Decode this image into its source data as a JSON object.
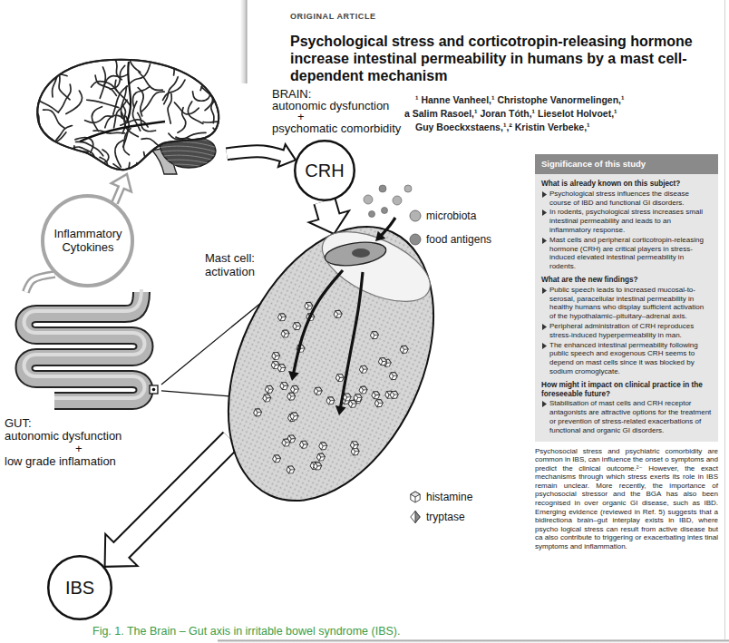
{
  "diagram": {
    "title": "Psychological stress and corticotropin-releasing hormone increase intestinal permeability in humans by a mast cell-dependent mechanism",
    "caption": "Fig. 1. The Brain – Gut axis in irritable bowel syndrome (IBS).",
    "nodes": [
      {
        "text": [
          "BRAIN:",
          "autonomic dysfunction",
          "+",
          "psychomatic comorbidity"
        ]
      },
      {
        "text": [
          "CRH"
        ]
      },
      {
        "text": [
          "Inflammatory Cytokines"
        ]
      },
      {
        "text": [
          "Mast cell: activation"
        ]
      },
      {
        "text": [
          "GUT:",
          "autonomic dysfunction",
          "+",
          "low grade inflamation"
        ]
      },
      {
        "text": [
          "IBS"
        ]
      },
      {
        "text": [
          "Significance of this study",
          "What is already known on this subject?",
          "Psychological stress influences the disease course of IBD and functional GI disorders.",
          "In rodents, psychological stress increases small intestinal permeability and leads to an inflammatory response.",
          "Mast cells and peripheral corticotropin-releasing hormone (CRH) are critical players in stress-induced elevated intestinal permeability in rodents.",
          "What are the new findings?",
          "Public speech leads to increased mucosal-to-serosal, paracellular intestinal permeability in healthy humans who display sufficient activation of the hypothalamic–pituitary–adrenal axis.",
          "Peripheral administration of CRH reproduces stress-induced hyperpermeability in man.",
          "The enhanced intestinal permeability following public speech and exogenous CRH seems to depend on mast cells since it was blocked by sodium cromoglycate.",
          "How might it impact on clinical practice in the foreseeable future?",
          "Stabilisation of mast cells and CRH receptor antagonists are attractive options for the treatment or prevention of stress-related exacerbations of functional and organic GI disorders."
        ]
      }
    ],
    "edges": [
      {
        "from": 0,
        "to": 1,
        "arrow": "to"
      },
      {
        "from": 1,
        "to": 3,
        "arrow": "to"
      },
      {
        "from": 3,
        "to": 5,
        "arrow": "to"
      },
      {
        "from": 4,
        "to": 3,
        "arrow": "none"
      },
      {
        "from": 4,
        "to": 3,
        "arrow": "none"
      },
      {
        "from": 4,
        "to": 2,
        "arrow": "none"
      },
      {
        "from": 2,
        "to": 0,
        "arrow": "to"
      }
    ],
    "labels": [
      "ORIGINAL ARTICLE",
      "¹ Hanne Vanheel,¹ Christophe Vanormelingen,¹",
      "a Salim Rasoel,¹ Joran Tóth,¹ Lieselot Holvoet,¹",
      "Guy Boeckxstaens,¹,² Kristin Verbeke,¹",
      "Psychosocial stress and psychiatric comorbidity are common in IBS, can influence the onset o symptoms and predict the clinical outcome.²⁻ However, the exact mechanisms through which stress exerts its role in IBS remain unclear. More recently, the importance of psychosocial stressor and the BGA has also been recognised in over organic GI disease, such as IBD. Emerging evidence (reviewed in Ref. 5) suggests that a bidirectiona brain–gut interplay exists in IBD, where psycho logical stress can result from active disease but ca also contribute to triggering or exacerbating intes tinal symptoms and inflammation."
    ],
    "legend": [
      {
        "text": "microbiota",
        "color": "#b3b3b3"
      },
      {
        "text": "food antigens",
        "color": "#8c8c8c"
      },
      {
        "text": "histamine"
      },
      {
        "text": "tryptase"
      }
    ]
  }
}
